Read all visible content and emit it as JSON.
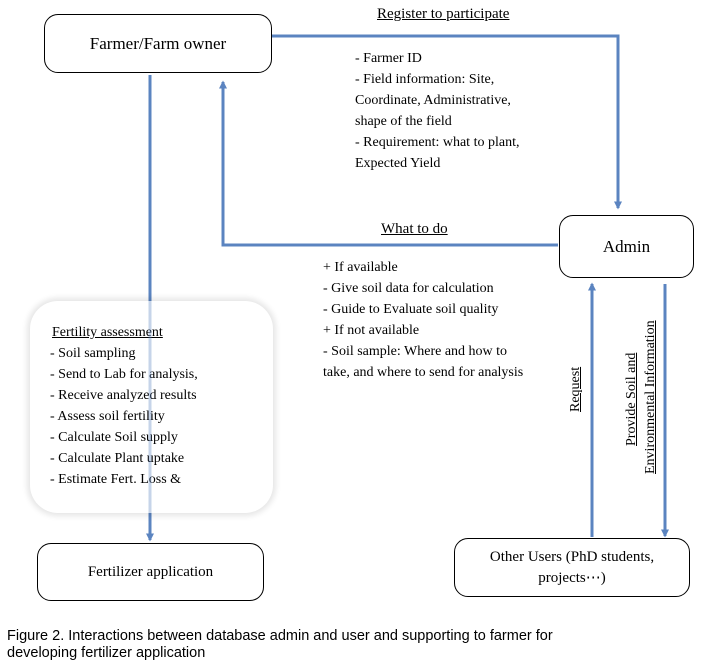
{
  "nodes": {
    "farmer": "Farmer/Farm owner",
    "admin": "Admin",
    "fertilizer": "Fertilizer application",
    "other_users": [
      "Other Users (PhD students,",
      "projects⋯)"
    ]
  },
  "edges": {
    "register_label": "Register to participate",
    "register_items": [
      "- Farmer ID",
      "- Field information: Site,",
      "Coordinate, Administrative,",
      "shape of the field",
      "- Requirement: what to plant,",
      "Expected Yield"
    ],
    "what_to_do_label": "What to do",
    "what_to_do_items": [
      "+ If available",
      "- Give soil data for calculation",
      "- Guide to Evaluate soil quality",
      "+ If not available",
      "- Soil sample: Where and how to",
      "take, and where to send for analysis"
    ],
    "request_label": "Request",
    "provide_label_1": "Provide Soil and",
    "provide_label_2": "Environmental Information"
  },
  "fertility": {
    "title": "Fertility assessment",
    "items": [
      "- Soil sampling",
      "- Send to Lab for analysis,",
      "- Receive analyzed results",
      "- Assess soil fertility",
      "- Calculate Soil supply",
      "- Calculate Plant uptake",
      "- Estimate Fert. Loss &"
    ]
  },
  "caption": [
    "Figure 2. Interactions between database admin and user and supporting to farmer for",
    "developing fertilizer application"
  ],
  "colors": {
    "arrow": "#5b84c0"
  }
}
